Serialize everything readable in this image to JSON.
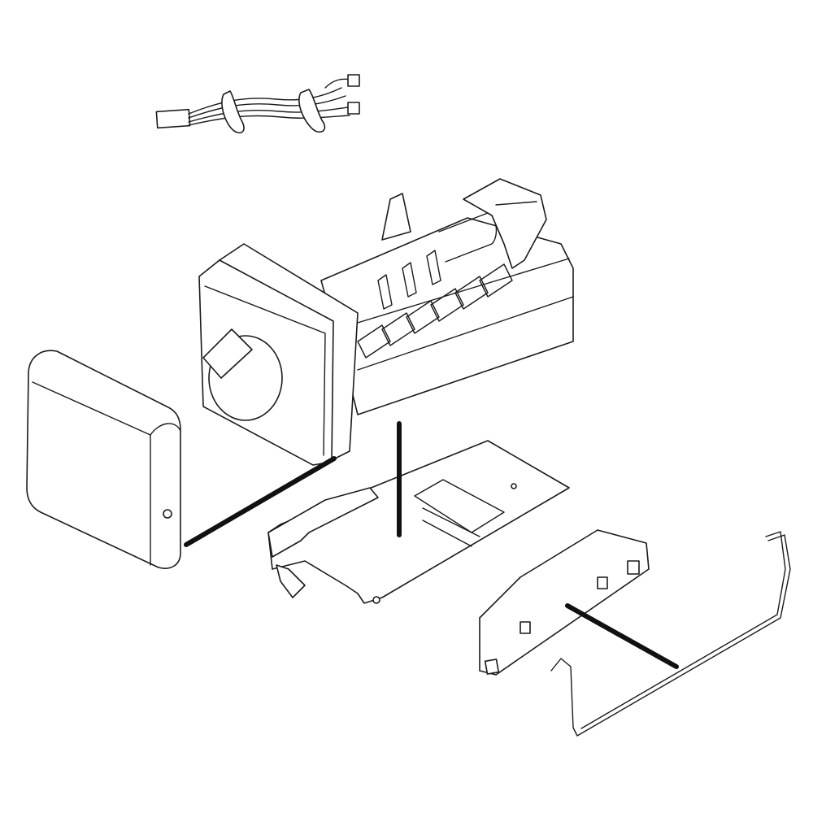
{
  "diagram": {
    "kind": "exploded-parts-drawing",
    "line_color": "#1a1a1a",
    "background": "#ffffff",
    "parts": [
      "wire-harness",
      "ice-maker-assembly",
      "motor-cover",
      "mounting-plate",
      "bail-arm-bracket",
      "ice-level-bail-arm"
    ]
  }
}
